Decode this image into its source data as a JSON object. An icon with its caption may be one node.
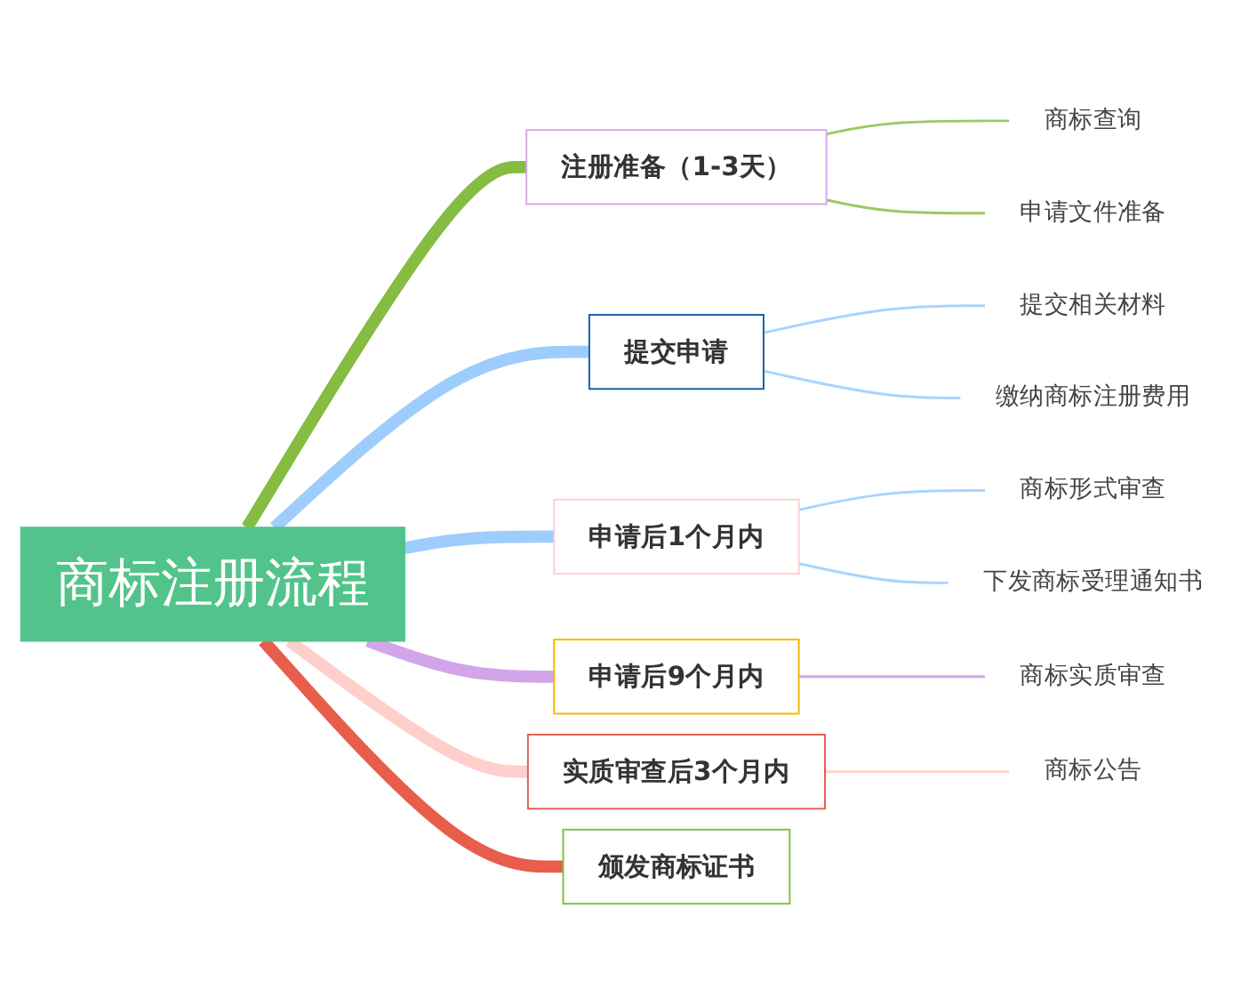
{
  "diagram": {
    "nodes": [
      {
        "text": [
          "商标注册流程"
        ]
      },
      {
        "text": [
          "注册准备（1-3天）"
        ]
      },
      {
        "text": [
          "商标查询"
        ]
      },
      {
        "text": [
          "申请文件准备"
        ]
      },
      {
        "text": [
          "提交申请"
        ]
      },
      {
        "text": [
          "提交相关材料"
        ]
      },
      {
        "text": [
          "缴纳商标注册费用"
        ]
      },
      {
        "text": [
          "申请后1个月内"
        ]
      },
      {
        "text": [
          "商标形式审查"
        ]
      },
      {
        "text": [
          "下发商标受理通知书"
        ]
      },
      {
        "text": [
          "申请后9个月内"
        ]
      },
      {
        "text": [
          "商标实质审查"
        ]
      },
      {
        "text": [
          "实质审查后3个月内"
        ]
      },
      {
        "text": [
          "商标公告"
        ]
      },
      {
        "text": [
          "颁发商标证书"
        ]
      }
    ],
    "edges": [
      {
        "from": 0,
        "to": 1,
        "arrow": "none",
        "style": "thick",
        "color": "#84bd41"
      },
      {
        "from": 1,
        "to": 2,
        "arrow": "none",
        "color": "#9dc865"
      },
      {
        "from": 1,
        "to": 3,
        "arrow": "none",
        "color": "#9dc865"
      },
      {
        "from": 0,
        "to": 4,
        "arrow": "none",
        "style": "thick",
        "color": "#9dcdfd"
      },
      {
        "from": 4,
        "to": 5,
        "arrow": "none",
        "color": "#a8d4fd"
      },
      {
        "from": 4,
        "to": 6,
        "arrow": "none",
        "color": "#a8d4fd"
      },
      {
        "from": 0,
        "to": 7,
        "arrow": "none",
        "style": "thick",
        "color": "#9dcdfd"
      },
      {
        "from": 7,
        "to": 8,
        "arrow": "none",
        "color": "#a8d4fd"
      },
      {
        "from": 7,
        "to": 9,
        "arrow": "none",
        "color": "#a8d4fd"
      },
      {
        "from": 0,
        "to": 10,
        "arrow": "none",
        "style": "thick",
        "color": "#d2a5e8"
      },
      {
        "from": 10,
        "to": 11,
        "arrow": "none",
        "color": "#d2a5e8"
      },
      {
        "from": 0,
        "to": 12,
        "arrow": "none",
        "style": "thick",
        "color": "#fecfcb"
      },
      {
        "from": 12,
        "to": 13,
        "arrow": "none",
        "color": "#fecfcb"
      },
      {
        "from": 0,
        "to": 14,
        "arrow": "none",
        "style": "thick",
        "color": "#e85d4c"
      }
    ]
  }
}
